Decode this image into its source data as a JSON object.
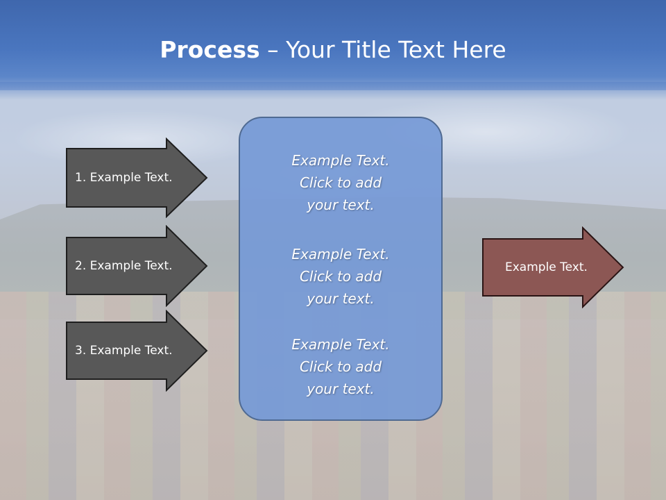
{
  "header": {
    "title_bold": "Process",
    "title_rest": " – Your Title Text Here"
  },
  "left_arrows": [
    {
      "label": "1. Example Text."
    },
    {
      "label": "2. Example Text."
    },
    {
      "label": "3. Example Text."
    }
  ],
  "center_box": {
    "paragraphs": [
      {
        "lines": [
          "Example Text.",
          "Click  to add",
          "your text."
        ]
      },
      {
        "lines": [
          "Example Text.",
          "Click  to add",
          "your text."
        ]
      },
      {
        "lines": [
          "Example Text.",
          "Click  to add",
          "your text."
        ]
      }
    ]
  },
  "right_arrow": {
    "label": "Example Text."
  },
  "colors": {
    "header": "#4a76bf",
    "left_arrow_fill": "#585858",
    "center_box_fill": "#7a9ad6",
    "right_arrow_fill": "#8c5754"
  }
}
